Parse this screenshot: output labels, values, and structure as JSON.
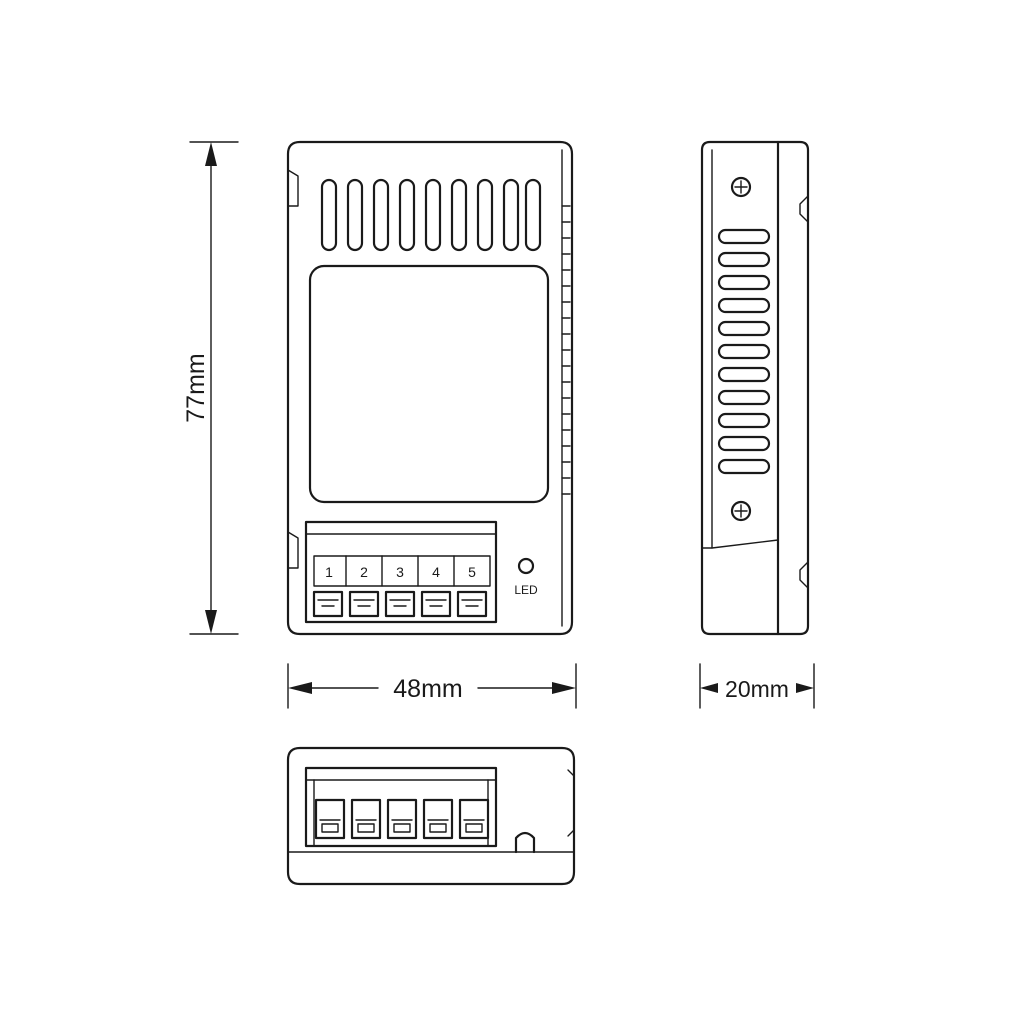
{
  "dimensions": {
    "height_label": "77mm",
    "width_label": "48mm",
    "depth_label": "20mm"
  },
  "terminals": [
    "1",
    "2",
    "3",
    "4",
    "5"
  ],
  "led_label": "LED"
}
